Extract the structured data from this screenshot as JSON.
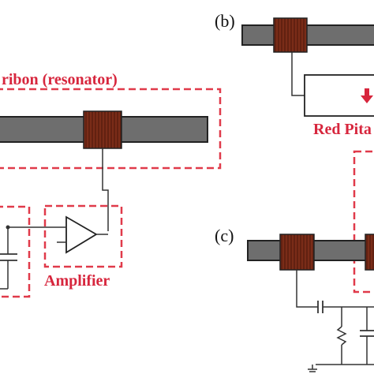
{
  "labels": {
    "ribbon": "ribon (resonator)",
    "amplifier": "Amplifier",
    "red_pitaya": "Red Pita",
    "panel_b": "(b)",
    "panel_c": "(c)"
  },
  "colors": {
    "dash_red": "#e03a4a",
    "text_red": "#d7263d",
    "rod_gray": "#6e6e6e",
    "coil_brown": "#7a2c18",
    "wire": "#333333",
    "arrow_red": "#d7263d"
  },
  "icons": {
    "amplifier": "triangle-amplifier-icon",
    "capacitor": "capacitor-icon",
    "resistor": "resistor-icon",
    "ground": "ground-icon",
    "down_arrow": "down-arrow-icon"
  }
}
